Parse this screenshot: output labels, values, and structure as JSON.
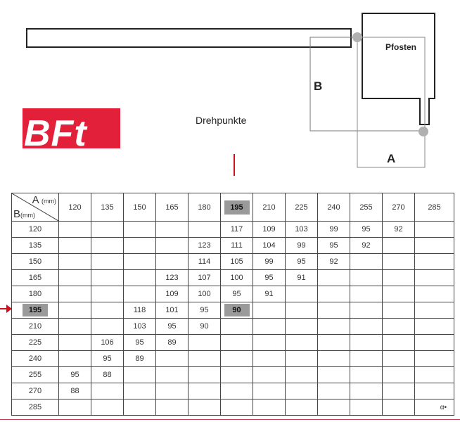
{
  "diagram": {
    "title": "Drehpunkte",
    "post_label": "Pfosten",
    "label_a": "A",
    "label_b": "B"
  },
  "logo": {
    "text": "BFt",
    "color": "#e3203a"
  },
  "table": {
    "corner": {
      "a_label": "A",
      "b_label": "B",
      "unit": "(mm)"
    },
    "column_headers": [
      "120",
      "135",
      "150",
      "165",
      "180",
      "195",
      "210",
      "225",
      "240",
      "255",
      "270",
      "285"
    ],
    "highlight_color": "#9a9a9a",
    "highlighted_column": "195",
    "highlighted_row": "195",
    "rows": [
      {
        "b": "120",
        "cells": [
          "",
          "",
          "",
          "",
          "",
          "117",
          "109",
          "103",
          "99",
          "95",
          "92",
          ""
        ]
      },
      {
        "b": "135",
        "cells": [
          "",
          "",
          "",
          "",
          "123",
          "111",
          "104",
          "99",
          "95",
          "92",
          "",
          ""
        ]
      },
      {
        "b": "150",
        "cells": [
          "",
          "",
          "",
          "",
          "114",
          "105",
          "99",
          "95",
          "92",
          "",
          "",
          ""
        ]
      },
      {
        "b": "165",
        "cells": [
          "",
          "",
          "",
          "123",
          "107",
          "100",
          "95",
          "91",
          "",
          "",
          "",
          ""
        ]
      },
      {
        "b": "180",
        "cells": [
          "",
          "",
          "",
          "109",
          "100",
          "95",
          "91",
          "",
          "",
          "",
          "",
          ""
        ]
      },
      {
        "b": "195",
        "cells": [
          "",
          "",
          "118",
          "101",
          "95",
          "90",
          "",
          "",
          "",
          "",
          "",
          ""
        ]
      },
      {
        "b": "210",
        "cells": [
          "",
          "",
          "103",
          "95",
          "90",
          "",
          "",
          "",
          "",
          "",
          "",
          ""
        ]
      },
      {
        "b": "225",
        "cells": [
          "",
          "106",
          "95",
          "89",
          "",
          "",
          "",
          "",
          "",
          "",
          "",
          ""
        ]
      },
      {
        "b": "240",
        "cells": [
          "",
          "95",
          "89",
          "",
          "",
          "",
          "",
          "",
          "",
          "",
          "",
          ""
        ]
      },
      {
        "b": "255",
        "cells": [
          "95",
          "88",
          "",
          "",
          "",
          "",
          "",
          "",
          "",
          "",
          "",
          ""
        ]
      },
      {
        "b": "270",
        "cells": [
          "88",
          "",
          "",
          "",
          "",
          "",
          "",
          "",
          "",
          "",
          "",
          ""
        ]
      },
      {
        "b": "285",
        "cells": [
          "",
          "",
          "",
          "",
          "",
          "",
          "",
          "",
          "",
          "",
          "",
          "α•"
        ]
      }
    ]
  },
  "arrow_color": "#d0101c"
}
